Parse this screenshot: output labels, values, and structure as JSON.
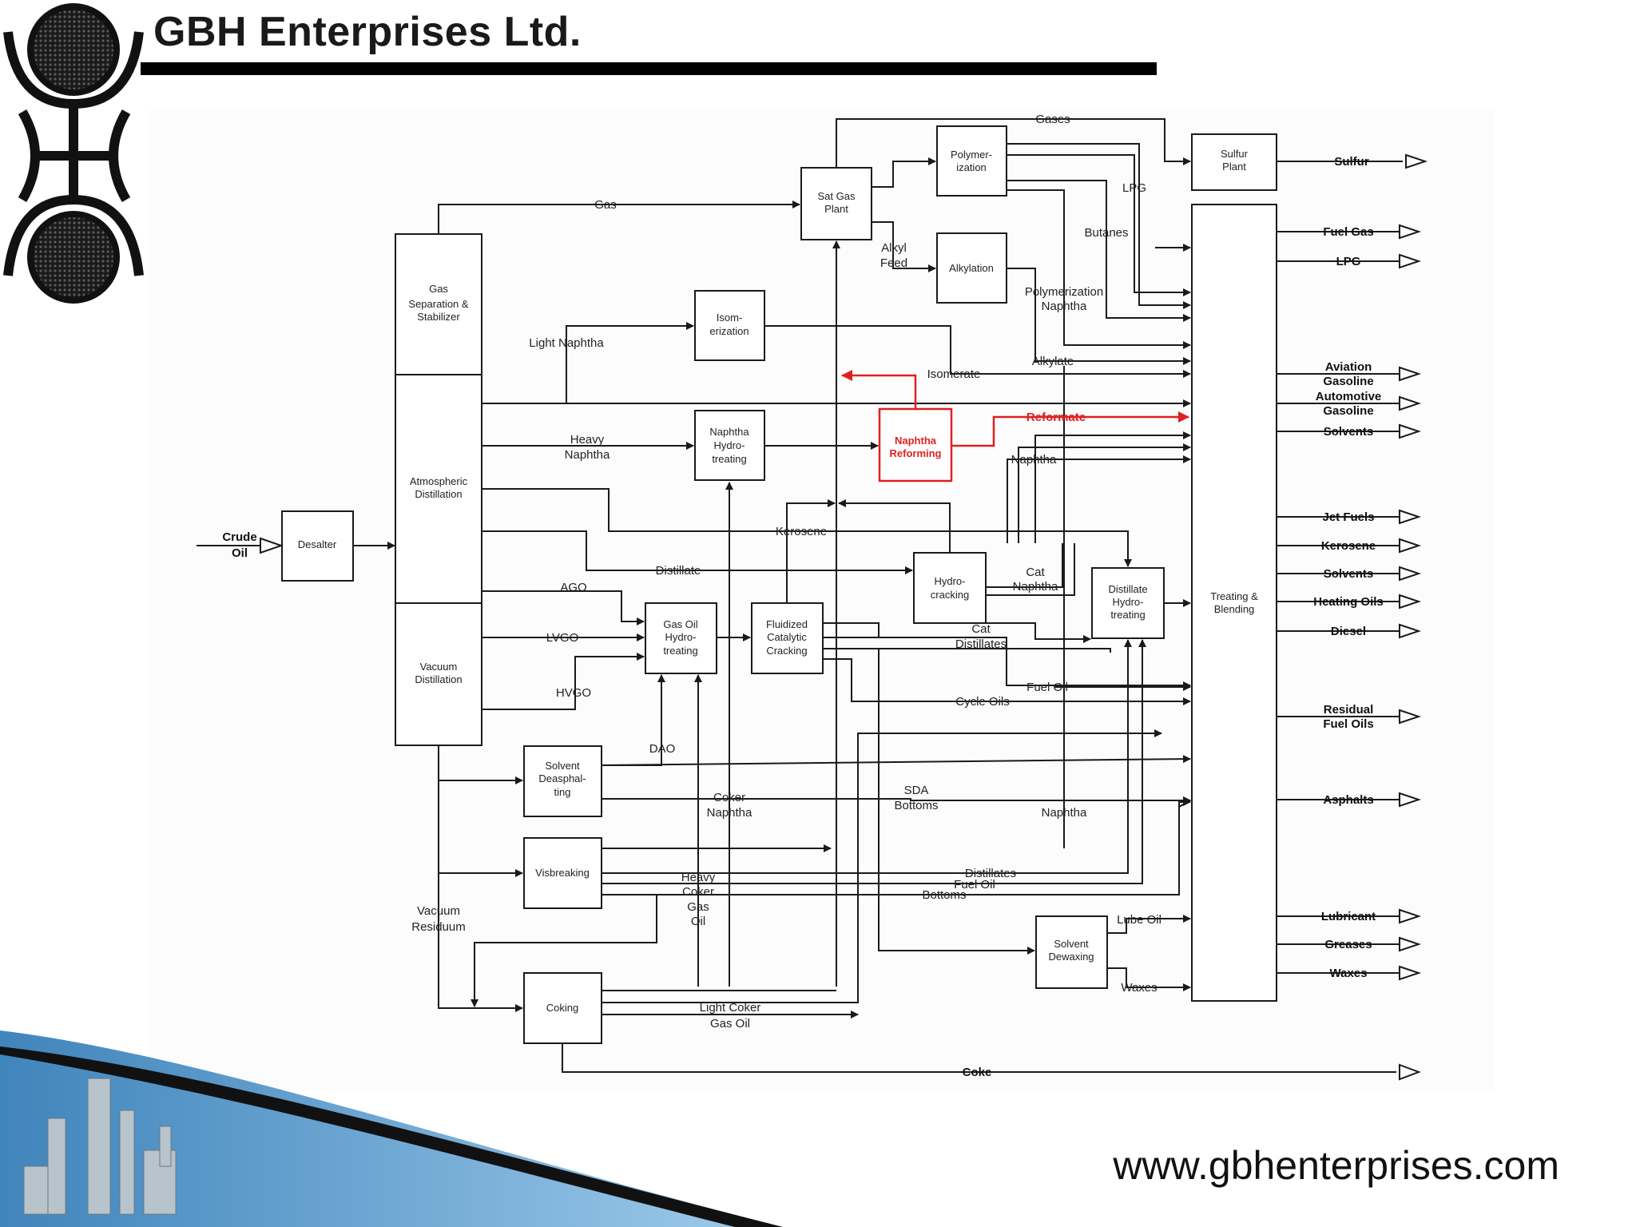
{
  "header": {
    "company": "GBH Enterprises Ltd."
  },
  "footer": {
    "url": "www.gbhenterprises.com"
  },
  "colors": {
    "highlight": "#e02020",
    "line": "#1a1a1a"
  },
  "input": {
    "crude_oil": [
      "Crude",
      "Oil"
    ]
  },
  "units": {
    "desalter": [
      "Desalter"
    ],
    "gas_sep": [
      "Gas",
      "Separation &",
      "Stabilizer"
    ],
    "atm_dist": [
      "Atmospheric",
      "Distillation"
    ],
    "vac_dist": [
      "Vacuum",
      "Distillation"
    ],
    "sat_gas": [
      "Sat Gas",
      "Plant"
    ],
    "polymer": [
      "Polymer-",
      "ization"
    ],
    "alkylation": [
      "Alkylation"
    ],
    "isom": [
      "Isom-",
      "erization"
    ],
    "naphtha_hydro": [
      "Naphtha",
      "Hydro-",
      "treating"
    ],
    "naphtha_ref": [
      "Naphtha",
      "Reforming"
    ],
    "hydrocracking": [
      "Hydro-",
      "cracking"
    ],
    "distillate_hydro": [
      "Distillate",
      "Hydro-",
      "treating"
    ],
    "gas_oil_hydro": [
      "Gas Oil",
      "Hydro-",
      "treating"
    ],
    "fcc": [
      "Fluidized",
      "Catalytic",
      "Cracking"
    ],
    "solvent_deasph": [
      "Solvent",
      "Deasphal-",
      "ting"
    ],
    "visbreaking": [
      "Visbreaking"
    ],
    "coking": [
      "Coking"
    ],
    "solvent_dewax": [
      "Solvent",
      "Dewaxing"
    ],
    "sulfur_plant": [
      "Sulfur",
      "Plant"
    ],
    "treating": [
      "Treating &",
      "Blending"
    ]
  },
  "streams": {
    "gases": "Gases",
    "gas": "Gas",
    "lpg": "LPG",
    "butanes": "Butanes",
    "alkyl_feed": [
      "Alkyl",
      "Feed"
    ],
    "poly_naphtha": [
      "Polymerization",
      "Naphtha"
    ],
    "alkylate": "Alkylate",
    "light_naphtha": "Light Naphtha",
    "isomerate": "Isomerate",
    "heavy_naphtha": [
      "Heavy",
      "Naphtha"
    ],
    "reformate": "Reformate",
    "naphtha": "Naphtha",
    "kerosene": "Kerosene",
    "distillate": "Distillate",
    "ago": "AGO",
    "lvgo": "LVGO",
    "hvgo": "HVGO",
    "cat_naphtha": [
      "Cat",
      "Naphtha"
    ],
    "cat_distillates": [
      "Cat",
      "Distillates"
    ],
    "fuel_oil": "Fuel Oil",
    "cycle_oils": "Cycle Oils",
    "dao": "DAO",
    "coker_naphtha": [
      "Coker",
      "Naphtha"
    ],
    "sda_bottoms": [
      "SDA",
      "Bottoms"
    ],
    "naphtha2": "Naphtha",
    "heavy_coker_gas_oil": [
      "Heavy",
      "Coker",
      "Gas",
      "Oil"
    ],
    "distillates": "Distillates",
    "fuel_oil2": "Fuel Oil",
    "bottoms": "Bottoms",
    "vacuum_residuum": [
      "Vacuum",
      "Residuum"
    ],
    "lube_oil": "Lube Oil",
    "waxes": "Waxes",
    "light_coker_gas_oil": [
      "Light Coker",
      "Gas Oil"
    ],
    "coke": "Coke"
  },
  "products": {
    "sulfur": "Sulfur",
    "fuel_gas": "Fuel Gas",
    "lpg": "LPG",
    "aviation_gasoline": [
      "Aviation",
      "Gasoline"
    ],
    "automotive_gasoline": [
      "Automotive",
      "Gasoline"
    ],
    "solvents": "Solvents",
    "jet_fuels": "Jet Fuels",
    "kerosene": "Kerosene",
    "solvents2": "Solvents",
    "heating_oils": "Heating Oils",
    "diesel": "Diesel",
    "residual_fuel_oils": [
      "Residual",
      "Fuel Oils"
    ],
    "asphalts": "Asphalts",
    "lubricant": "Lubricant",
    "greases": "Greases",
    "waxes": "Waxes"
  }
}
